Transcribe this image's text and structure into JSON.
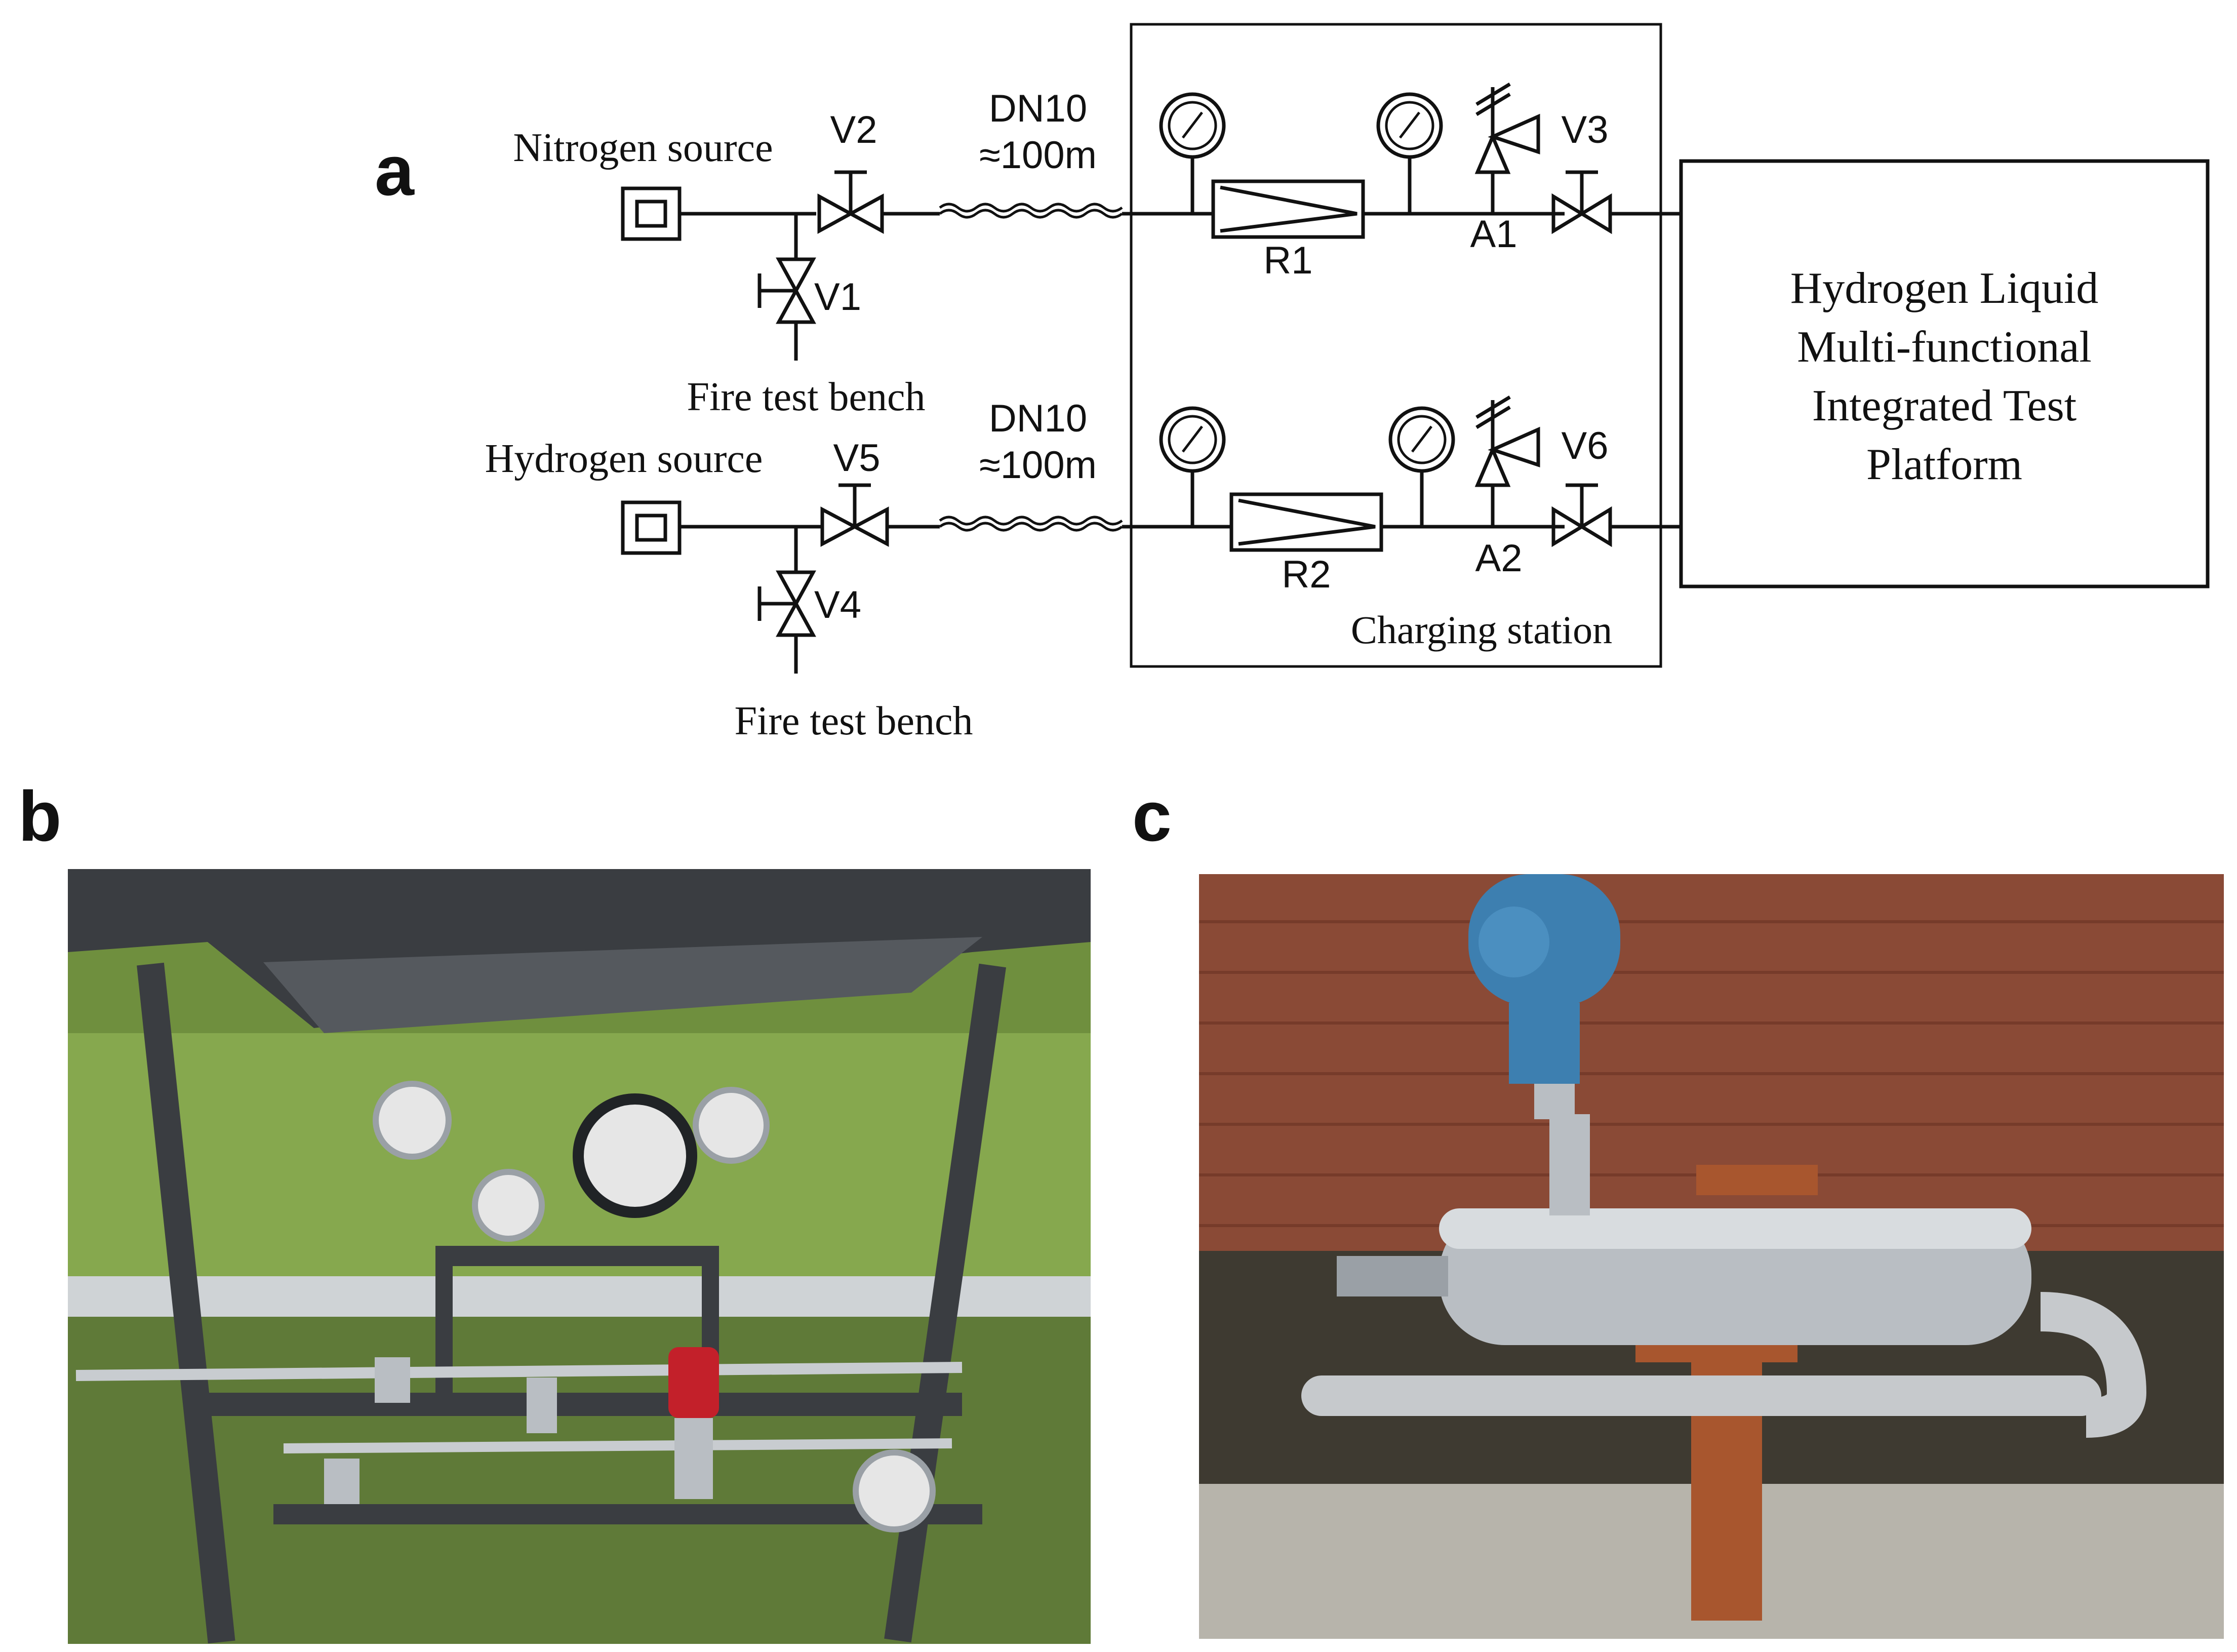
{
  "panels": {
    "a": {
      "letter": "a",
      "schematic": {
        "nitrogen_line": {
          "source_label": "Nitrogen source",
          "pipe_label_line1": "DN10",
          "pipe_label_line2": "≈100m",
          "inlet_valve": "V2",
          "vent_valve": "V1",
          "vent_destination": "Fire test bench",
          "regulator": "R1",
          "relief_valve": "A1",
          "outlet_valve": "V3"
        },
        "hydrogen_line": {
          "source_label": "Hydrogen source",
          "pipe_label_line1": "DN10",
          "pipe_label_line2": "≈100m",
          "inlet_valve": "V5",
          "vent_valve": "V4",
          "vent_destination": "Fire test bench",
          "regulator": "R2",
          "relief_valve": "A2",
          "outlet_valve": "V6"
        },
        "station_label": "Charging station",
        "platform_lines": [
          "Hydrogen Liquid",
          "Multi-functional",
          "Integrated Test",
          "Platform"
        ]
      }
    },
    "b": {
      "letter": "b",
      "photo": "charging-station-photo"
    },
    "c": {
      "letter": "c",
      "photo": "test-vessel-photo"
    }
  },
  "colors": {
    "line": "#111111",
    "frame_dark": "#3a3d41",
    "vegetation": "#6f8f3e",
    "brick": "#8a4a36",
    "steel": "#b9bec3",
    "transmitter_blue": "#3d7fb0",
    "handle_red": "#c3202a",
    "wood": "#a8562e"
  }
}
